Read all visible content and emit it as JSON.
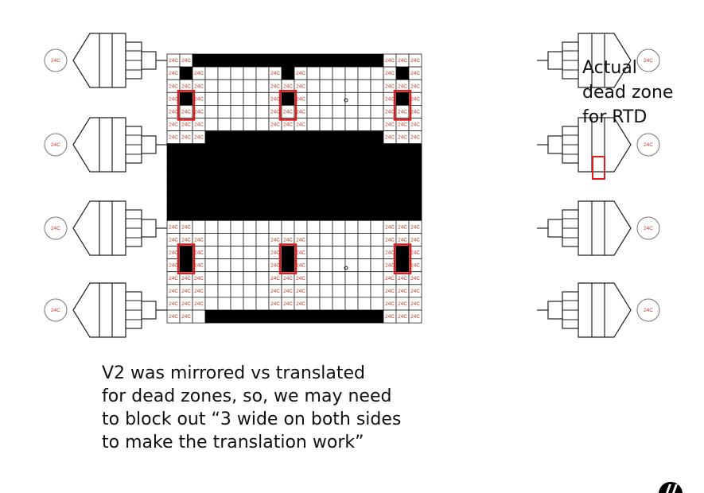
{
  "cell_label": "24C",
  "note": {
    "lines": [
      "Actual",
      "dead zone",
      "for RTD"
    ]
  },
  "caption": {
    "lines": [
      "V2  was mirrored vs translated",
      "for dead zones, so, we may need",
      "to block out “3 wide on both sides",
      "to make the translation work”"
    ]
  },
  "colors": {
    "dead_zone_outline": "#e01b1b",
    "cell_label": "#c0392b",
    "blocked": "#000000",
    "line": "#222222"
  },
  "icons": {
    "corner": "brand-logo-icon"
  }
}
